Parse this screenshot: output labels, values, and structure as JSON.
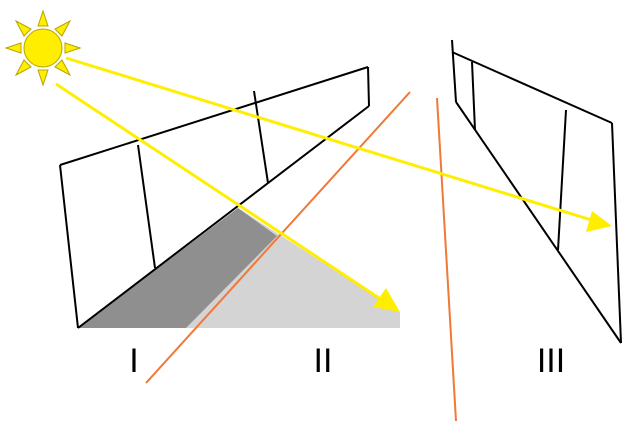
{
  "diagram": {
    "labels": {
      "region_1": "I",
      "region_2": "II",
      "region_3": "III"
    },
    "colors": {
      "sun_fill": "#ffee00",
      "sun_ray_fill": "#ffee00",
      "sun_outline": "#b8a400",
      "light_ray": "#ffee00",
      "divider": "#f07838",
      "dark_shadow": "#8f8f8f",
      "light_shadow": "#d4d4d4",
      "outline": "#000000"
    },
    "icons": {
      "sun": "sun-icon"
    }
  }
}
